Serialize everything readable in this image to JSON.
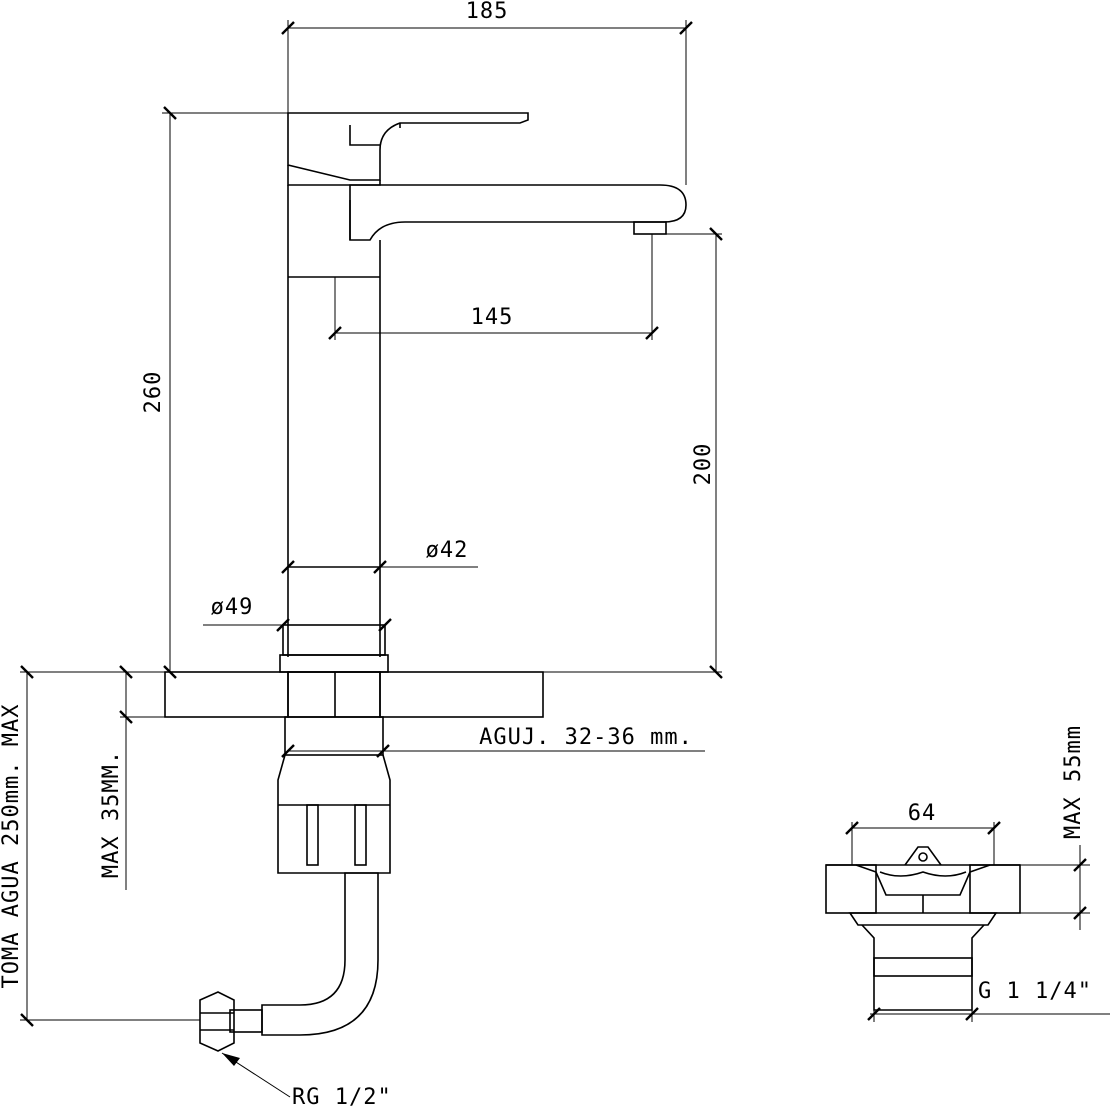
{
  "dimensions": {
    "total_reach": "185",
    "total_height": "260",
    "spout_reach": "145",
    "spout_height": "200",
    "body_diameter": "ø42",
    "base_diameter": "ø49",
    "hole_size": "AGUJ. 32-36 mm.",
    "max_deck_thickness": "MAX 35MM.",
    "water_inlet": "TOMA AGUA 250mm. MAX",
    "hose_thread": "RG 1/2\"",
    "waste_width": "64",
    "waste_max_thickness": "MAX 55mm",
    "waste_thread": "G 1 1/4\""
  },
  "colors": {
    "line": "#000000",
    "background": "#ffffff"
  }
}
